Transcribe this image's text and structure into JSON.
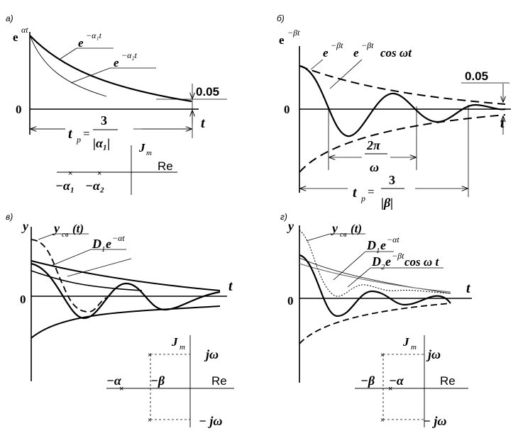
{
  "panels": {
    "a": {
      "letter": "а)",
      "y_label": "e",
      "y_label_exp": "αt",
      "zero": "0",
      "t_axis": "t",
      "curve1_label": "e",
      "curve1_exp": "−α₁t",
      "curve2_label": "e",
      "curve2_exp": "−α₂t",
      "tolerance": "0.05",
      "tp_label": "t",
      "tp_sub": "p",
      "eq": "=",
      "numerator": "3",
      "denominator": "|α₁|",
      "im_label": "J",
      "im_sub": "m",
      "re_label": "Re",
      "root1": "−α₁",
      "root2": "−α₂"
    },
    "b": {
      "letter": "б)",
      "y_label": "e",
      "y_label_exp": "−βt",
      "zero": "0",
      "t_axis": "t",
      "env_label": "e",
      "env_exp": "−βt",
      "osc_label": "e",
      "osc_exp": "−βt",
      "osc_tail": "cos ωt",
      "tolerance": "0.05",
      "period_num": "2π",
      "period_den": "ω",
      "tp_label": "t",
      "tp_sub": "p",
      "eq": "=",
      "numerator": "3",
      "denominator": "|β|"
    },
    "c": {
      "letter": "в)",
      "y_label": "y",
      "zero": "0",
      "t_axis": "t",
      "ycb_label": "y",
      "ycb_sub": "св",
      "ycb_arg": "(t)",
      "d1_label": "D",
      "d1_sub": "1",
      "d1_e": "e",
      "d1_exp": "−αt",
      "im_label": "J",
      "im_sub": "m",
      "re_label": "Re",
      "jw_pos": "jω",
      "jw_neg": "− jω",
      "root_alpha": "−α",
      "root_beta": "−β"
    },
    "d": {
      "letter": "г)",
      "y_label": "y",
      "zero": "0",
      "t_axis": "t",
      "ycb_label": "y",
      "ycb_sub": "св",
      "ycb_arg": "(t)",
      "d1_label": "D",
      "d1_sub": "1",
      "d1_e": "e",
      "d1_exp": "−αt",
      "d2_label": "D",
      "d2_sub": "2",
      "d2_e": "e",
      "d2_exp": "−βt",
      "d2_tail": "cos ω t",
      "im_label": "J",
      "im_sub": "m",
      "re_label": "Re",
      "jw_pos": "jω",
      "jw_neg": "− jω",
      "root_alpha": "−α",
      "root_beta": "−β"
    }
  }
}
